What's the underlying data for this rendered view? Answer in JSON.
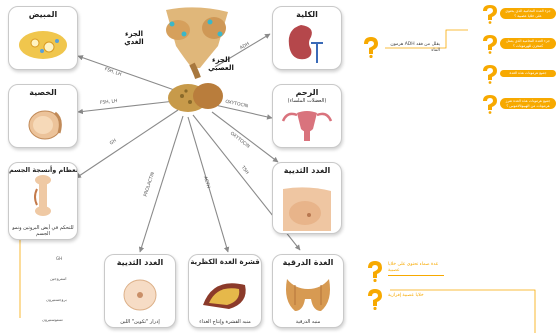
{
  "colors": {
    "accent": "#f7a900",
    "arrow": "#8a8a8a",
    "card_border": "#c9c9c9"
  },
  "center": {
    "anterior_label": "الجزء الغدي",
    "posterior_label": "الجزء العصبي"
  },
  "organs": {
    "ovary": {
      "title": "المبيض"
    },
    "testis": {
      "title": "الخصية"
    },
    "bones": {
      "title": "العظام وأنسجة الجسم",
      "caption": "للتحكم في أيض البروتين ونمو الجسم"
    },
    "kidney": {
      "title": "الكلية"
    },
    "uterus": {
      "title": "الرحم",
      "subtitle": "(العضلات الملساء)"
    },
    "breast": {
      "title": "الغدد الثديية"
    },
    "mammary": {
      "title": "الغدد الثديية",
      "caption": "إدرار \"تكوين\" اللبن"
    },
    "adrenal": {
      "title": "قشرة الغدة الكظرية",
      "caption": "منبه القشرة وإنتاج الغذاء"
    },
    "thyroid": {
      "title": "الغدة الدرقية",
      "caption": "منبه الدرقية"
    }
  },
  "arrows": {
    "fsh_lh_top": "FSH, LH",
    "fsh_lh_mid": "FSH, LH",
    "gh": "GH",
    "prolactin": "PROLACTIN",
    "acth": "ACTH",
    "tsh": "TSH",
    "adh": "ADH",
    "oxytocin1": "OXYTOCIN",
    "oxytocin2": "OXYTOCIN"
  },
  "annotations": {
    "adh_note": "هرمون ADH يقلل من فقد الماء"
  },
  "questions": [
    "جزء الغدة النخامية الذي يحتوي على خلايا عصبية ؟",
    "جزء الغدة النخامية الذي يعمل كمخزن للهرمونات ؟",
    "جميع هرمونات هذه الغدة",
    "جميع هرمونات هذه الغدة تفرز هرمونات من الهيبوثالاموس ؟"
  ],
  "bottom_notes": [
    "غدة صماء تحتوي على خلايا عصبية",
    "خلايا عصبية إفرازية"
  ],
  "legend": [
    "GH",
    "استروجين",
    "بروجستيرون",
    "تستوستيرون"
  ]
}
